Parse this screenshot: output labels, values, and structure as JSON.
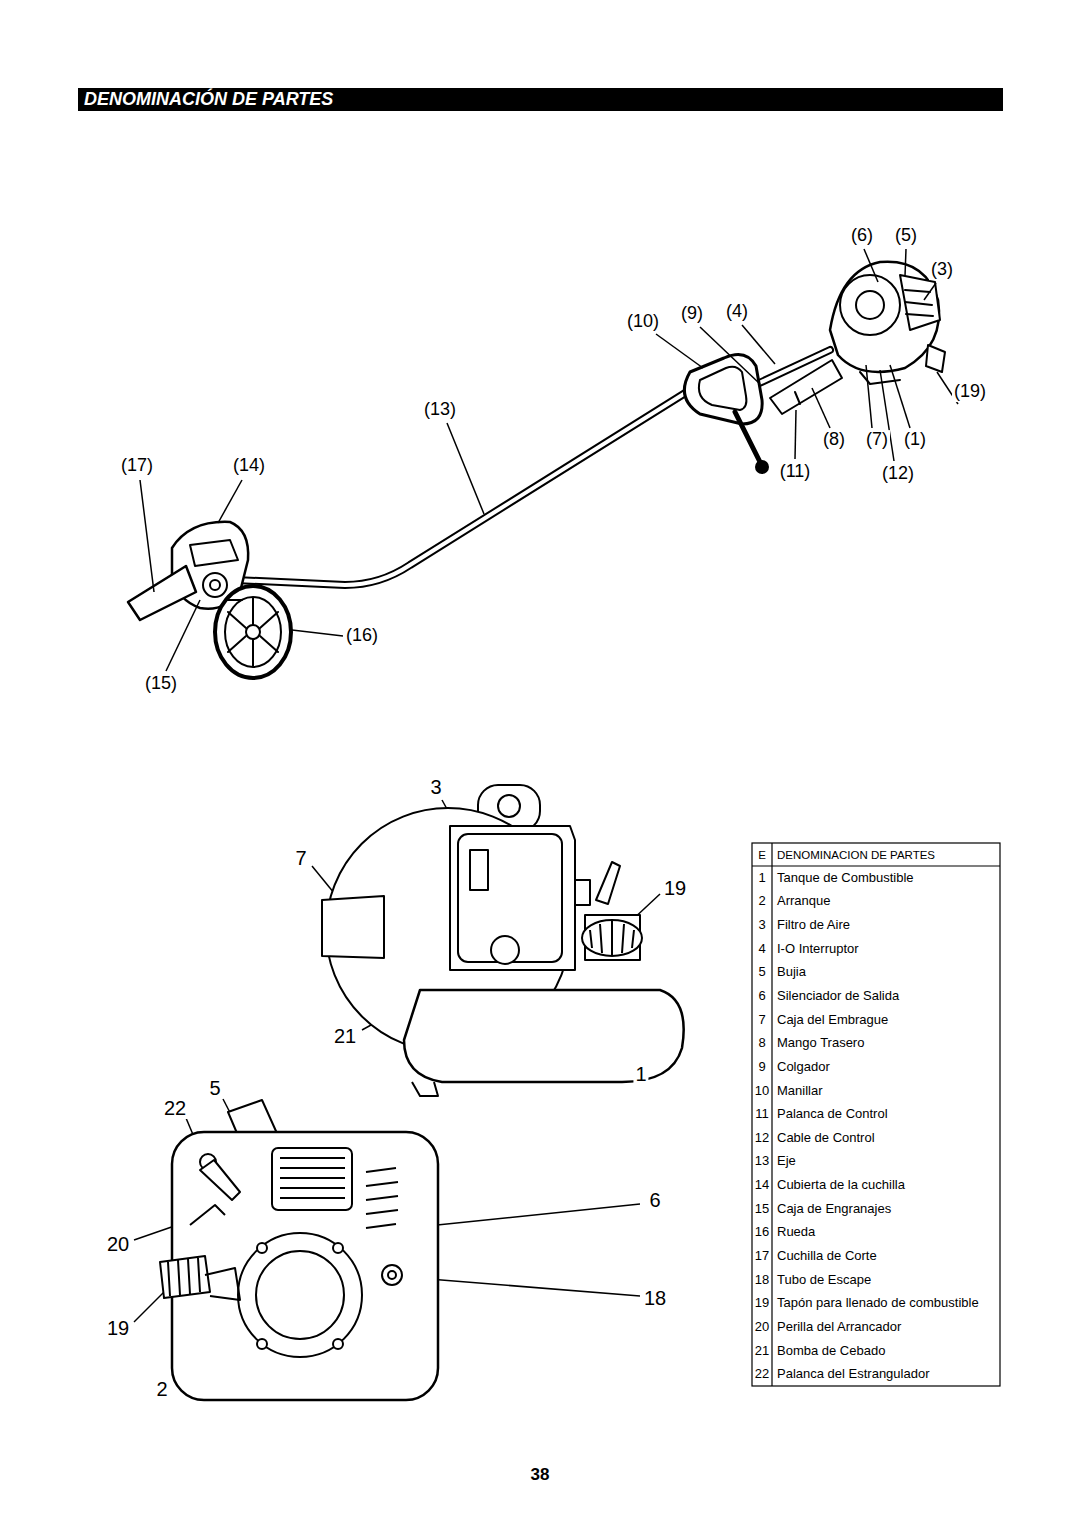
{
  "diagram": {
    "title": "DENOMINACIÓN DE PARTES",
    "labels": [
      "(6)",
      "(5)",
      "(3)",
      "(10)",
      "(9)",
      "(4)",
      "(13)",
      "(19)",
      "(17)",
      "(14)",
      "(8)",
      "(7)",
      "(1)",
      "(11)",
      "(12)",
      "(16)",
      "(15)",
      "3",
      "7",
      "19",
      "21",
      "1",
      "5",
      "22",
      "6",
      "20",
      "19",
      "18",
      "2",
      "E",
      "DENOMINACION DE PARTES",
      "1",
      "Tanque de Combustible",
      "2",
      "Arranque",
      "3",
      "Filtro de Aire",
      "4",
      "I-O Interruptor",
      "5",
      "Bujia",
      "6",
      "Silenciador de Salida",
      "7",
      "Caja del Embrague",
      "8",
      "Mango Trasero",
      "9",
      "Colgador",
      "10",
      "Manillar",
      "11",
      "Palanca de Control",
      "12",
      "Cable de Control",
      "13",
      "Eje",
      "14",
      "Cubierta de la cuchilla",
      "15",
      "Caja de Engranajes",
      "16",
      "Rueda",
      "17",
      "Cuchilla de Corte",
      "18",
      "Tubo de Escape",
      "19",
      "Tapón para llenado de combustible",
      "20",
      "Perilla del Arrancador",
      "21",
      "Bomba de Cebado",
      "22",
      "Palanca del Estrangulador",
      "38"
    ]
  }
}
